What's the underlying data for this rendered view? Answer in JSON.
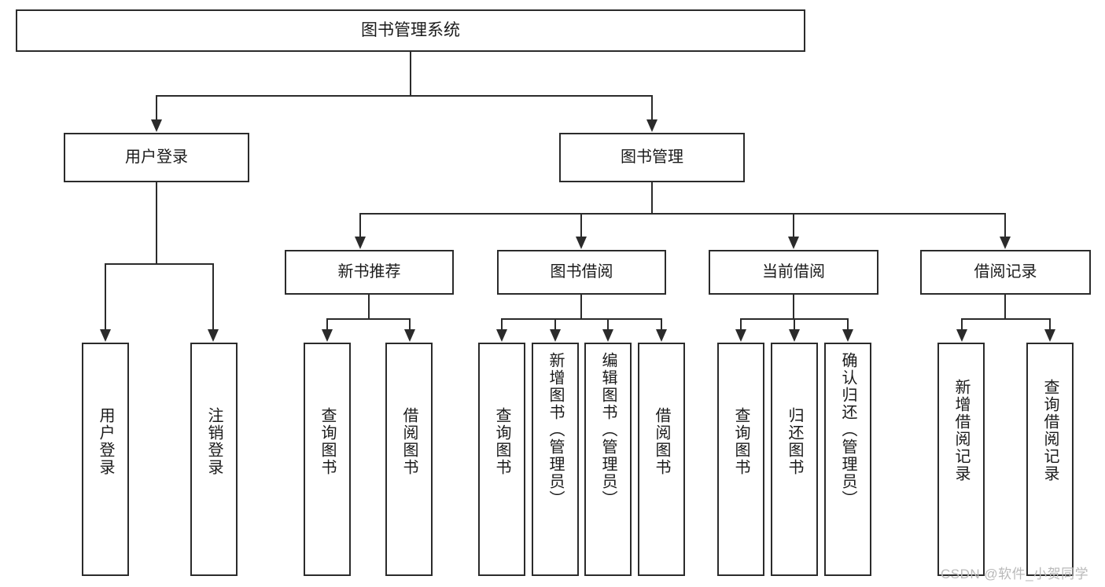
{
  "diagram": {
    "type": "tree-hierarchy-chart",
    "title": "图书管理系统",
    "watermark": "CSDN @软件_小贺同学",
    "root": {
      "label": "图书管理系统"
    },
    "level1": [
      {
        "label": "用户登录"
      },
      {
        "label": "图书管理"
      }
    ],
    "level2": [
      {
        "label": "新书推荐"
      },
      {
        "label": "图书借阅"
      },
      {
        "label": "当前借阅"
      },
      {
        "label": "借阅记录"
      }
    ],
    "leaves": {
      "user_login": [
        {
          "label": "用户登录"
        },
        {
          "label": "注销登录"
        }
      ],
      "new_book_recommend": [
        {
          "label": "查询图书"
        },
        {
          "label": "借阅图书"
        }
      ],
      "book_borrow": [
        {
          "label": "查询图书"
        },
        {
          "label": "新增图书（管理员）"
        },
        {
          "label": "编辑图书（管理员）"
        },
        {
          "label": "借阅图书"
        }
      ],
      "current_borrow": [
        {
          "label": "查询图书"
        },
        {
          "label": "归还图书"
        },
        {
          "label": "确认归还（管理员）"
        }
      ],
      "borrow_record": [
        {
          "label": "新增借阅记录"
        },
        {
          "label": "查询借阅记录"
        }
      ]
    },
    "colors": {
      "border": "#2b2b2b",
      "text": "#1a1a1a",
      "background": "#ffffff",
      "watermark": "#b9b9b9"
    }
  }
}
